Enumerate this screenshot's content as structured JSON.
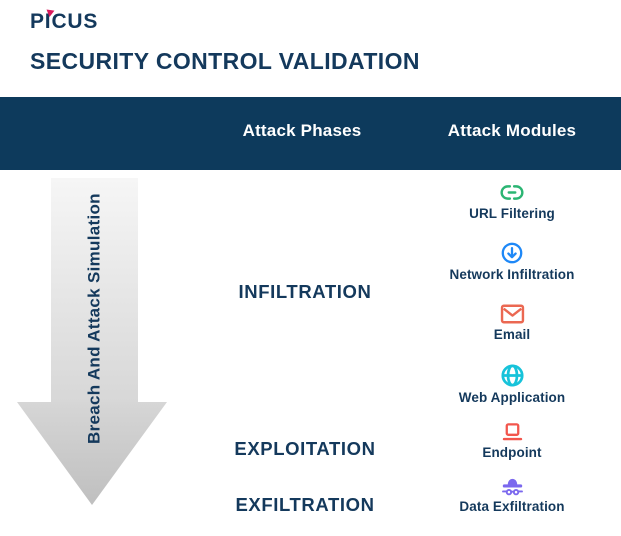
{
  "brand": {
    "logo_text": "PICUS",
    "logo_accent_color": "#d91a5c"
  },
  "title": "SECURITY CONTROL VALIDATION",
  "table_header": {
    "phases": "Attack Phases",
    "modules": "Attack Modules"
  },
  "arrow": {
    "label": "Breach And Attack Simulation"
  },
  "phases": [
    {
      "label": "INFILTRATION"
    },
    {
      "label": "EXPLOITATION"
    },
    {
      "label": "EXFILTRATION"
    }
  ],
  "modules": [
    {
      "label": "URL Filtering",
      "icon": "link-icon",
      "color": "#2bb573"
    },
    {
      "label": "Network Infiltration",
      "icon": "arrow-down-circle-icon",
      "color": "#1e88f7"
    },
    {
      "label": "Email",
      "icon": "envelope-icon",
      "color": "#eb6852"
    },
    {
      "label": "Web Application",
      "icon": "globe-icon",
      "color": "#17c3da"
    },
    {
      "label": "Endpoint",
      "icon": "laptop-icon",
      "color": "#f2564d"
    },
    {
      "label": "Data Exfiltration",
      "icon": "spy-icon",
      "color": "#7b68ee"
    }
  ],
  "colors": {
    "navy": "#0d3a5c",
    "text_navy": "#14395c",
    "band_text": "#ffffff",
    "arrow_gradient_top": "#f6f6f6",
    "arrow_gradient_bottom": "#bfbfbf"
  }
}
